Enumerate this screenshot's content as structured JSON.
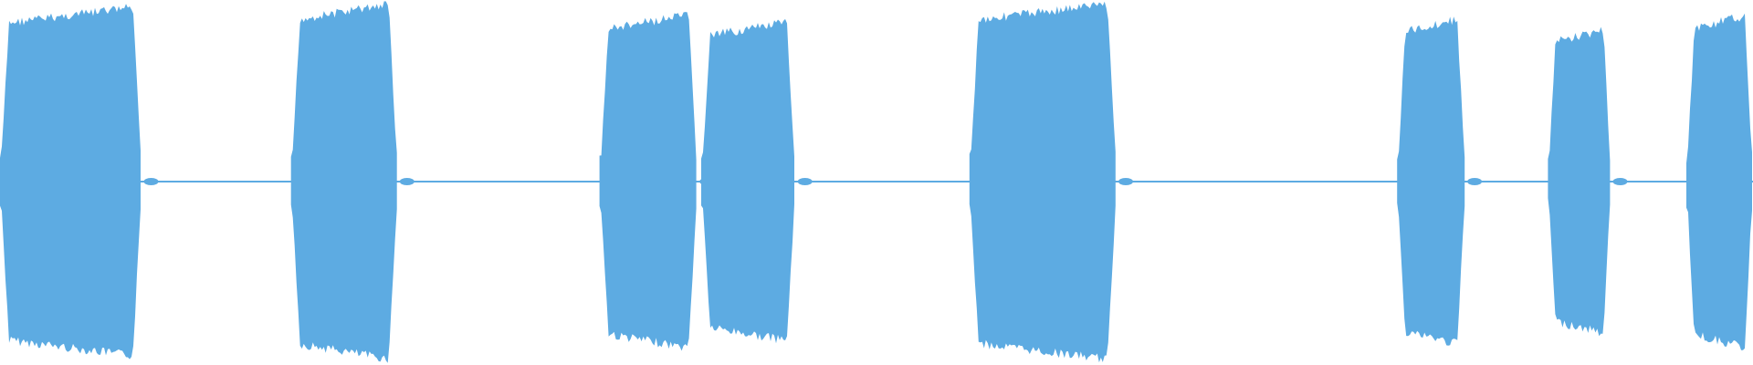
{
  "waveform": {
    "color": "#5dabe2",
    "background": "#ffffff",
    "segments": [
      {
        "start": 0.0,
        "end": 0.081,
        "peak": 0.48
      },
      {
        "start": 0.166,
        "end": 0.227,
        "peak": 0.49
      },
      {
        "start": 0.342,
        "end": 0.398,
        "peak": 0.46
      },
      {
        "start": 0.4,
        "end": 0.454,
        "peak": 0.44
      },
      {
        "start": 0.553,
        "end": 0.637,
        "peak": 0.49
      },
      {
        "start": 0.797,
        "end": 0.836,
        "peak": 0.45
      },
      {
        "start": 0.883,
        "end": 0.919,
        "peak": 0.42
      },
      {
        "start": 0.962,
        "end": 1.0,
        "peak": 0.46
      }
    ]
  }
}
